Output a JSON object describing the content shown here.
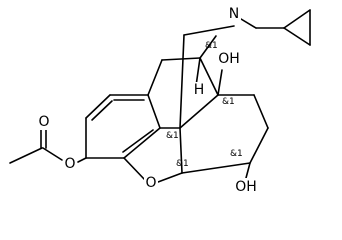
{
  "structure": {
    "atoms": {
      "nitrogen": "N",
      "hydroxyl_top": "OH",
      "ring_oxygen": "O",
      "hydroxyl_bottom": "OH",
      "ester_oxygen": "O",
      "carbonyl_oxygen": "O",
      "bridgehead_hydrogen": "H"
    },
    "stereo_labels": {
      "c9": "&1",
      "c14": "&1",
      "c13": "&1",
      "c5": "&1",
      "c6": "&1"
    }
  },
  "colors": {
    "ink": "#000000",
    "background": "#ffffff"
  }
}
